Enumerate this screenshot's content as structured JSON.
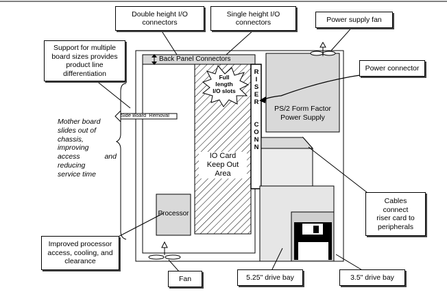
{
  "callouts": {
    "double_height": [
      "Double height I/O",
      "connectors"
    ],
    "single_height": [
      "Single height I/O",
      "connectors"
    ],
    "psu_fan": "Power supply fan",
    "board_sizes": [
      "Support for multiple",
      "board sizes provides",
      "product line",
      "differentiation"
    ],
    "power_connector": "Power connector",
    "cables": [
      "Cables",
      "connect",
      "riser card to",
      "peripherals"
    ],
    "processor_access": [
      "Improved processor",
      "access, cooling, and",
      "clearance"
    ],
    "fan": "Fan",
    "bay_525": "5.25\" drive bay",
    "bay_35": "3.5\" drive bay"
  },
  "labels": {
    "back_panel": "Back Panel Connectors",
    "full_length": [
      "Full",
      "length",
      "I/O slots"
    ],
    "riser": "RISER",
    "conn": "CONN",
    "psu": [
      "PS/2 Form Factor",
      "Power Supply"
    ],
    "io_card": [
      "IO Card",
      "Keep Out",
      "Area"
    ],
    "processor": "Processor",
    "side_removal": "Side Board  Removal"
  },
  "side_text": [
    "Mother board",
    "slides out of",
    "chassis,",
    "improving",
    "access and",
    "reducing",
    "service time"
  ]
}
